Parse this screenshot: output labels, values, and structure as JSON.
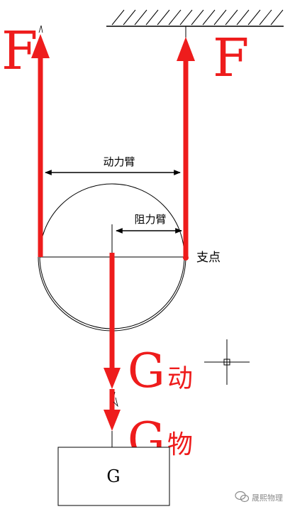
{
  "labels": {
    "force_left": "F",
    "force_right": "F",
    "effort_arm": "动力臂",
    "resistance_arm": "阻力臂",
    "fulcrum": "支点",
    "g_dynamic_letter": "G",
    "g_dynamic_suffix": "动",
    "g_object_letter": "G",
    "g_object_suffix": "物",
    "block_label": "G",
    "watermark": "晟熙物理"
  },
  "colors": {
    "force_red": "#ee1c1c",
    "line_black": "#000000",
    "watermark_gray": "#8a8a8a"
  }
}
